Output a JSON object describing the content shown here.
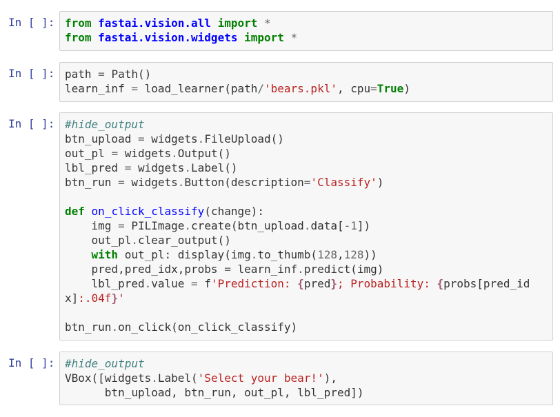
{
  "prompt_label": "In [ ]:",
  "cells": [
    {
      "lines": [
        [
          {
            "c": "kw",
            "t": "from"
          },
          {
            "c": "",
            "t": " "
          },
          {
            "c": "ns",
            "t": "fastai.vision.all"
          },
          {
            "c": "",
            "t": " "
          },
          {
            "c": "kw",
            "t": "import"
          },
          {
            "c": "",
            "t": " "
          },
          {
            "c": "op",
            "t": "*"
          }
        ],
        [
          {
            "c": "kw",
            "t": "from"
          },
          {
            "c": "",
            "t": " "
          },
          {
            "c": "ns",
            "t": "fastai.vision.widgets"
          },
          {
            "c": "",
            "t": " "
          },
          {
            "c": "kw",
            "t": "import"
          },
          {
            "c": "",
            "t": " "
          },
          {
            "c": "op",
            "t": "*"
          }
        ]
      ]
    },
    {
      "lines": [
        [
          {
            "c": "",
            "t": "path "
          },
          {
            "c": "op",
            "t": "="
          },
          {
            "c": "",
            "t": " Path()"
          }
        ],
        [
          {
            "c": "",
            "t": "learn_inf "
          },
          {
            "c": "op",
            "t": "="
          },
          {
            "c": "",
            "t": " load_learner(path"
          },
          {
            "c": "op",
            "t": "/"
          },
          {
            "c": "str",
            "t": "'bears.pkl'"
          },
          {
            "c": "",
            "t": ", cpu"
          },
          {
            "c": "op",
            "t": "="
          },
          {
            "c": "kw",
            "t": "True"
          },
          {
            "c": "",
            "t": ")"
          }
        ]
      ]
    },
    {
      "lines": [
        [
          {
            "c": "com",
            "t": "#hide_output"
          }
        ],
        [
          {
            "c": "",
            "t": "btn_upload "
          },
          {
            "c": "op",
            "t": "="
          },
          {
            "c": "",
            "t": " widgets"
          },
          {
            "c": "op",
            "t": "."
          },
          {
            "c": "",
            "t": "FileUpload()"
          }
        ],
        [
          {
            "c": "",
            "t": "out_pl "
          },
          {
            "c": "op",
            "t": "="
          },
          {
            "c": "",
            "t": " widgets"
          },
          {
            "c": "op",
            "t": "."
          },
          {
            "c": "",
            "t": "Output()"
          }
        ],
        [
          {
            "c": "",
            "t": "lbl_pred "
          },
          {
            "c": "op",
            "t": "="
          },
          {
            "c": "",
            "t": " widgets"
          },
          {
            "c": "op",
            "t": "."
          },
          {
            "c": "",
            "t": "Label()"
          }
        ],
        [
          {
            "c": "",
            "t": "btn_run "
          },
          {
            "c": "op",
            "t": "="
          },
          {
            "c": "",
            "t": " widgets"
          },
          {
            "c": "op",
            "t": "."
          },
          {
            "c": "",
            "t": "Button(description"
          },
          {
            "c": "op",
            "t": "="
          },
          {
            "c": "str",
            "t": "'Classify'"
          },
          {
            "c": "",
            "t": ")"
          }
        ],
        [],
        [
          {
            "c": "kw",
            "t": "def"
          },
          {
            "c": "",
            "t": " "
          },
          {
            "c": "fn",
            "t": "on_click_classify"
          },
          {
            "c": "",
            "t": "(change):"
          }
        ],
        [
          {
            "c": "",
            "t": "    img "
          },
          {
            "c": "op",
            "t": "="
          },
          {
            "c": "",
            "t": " PILImage"
          },
          {
            "c": "op",
            "t": "."
          },
          {
            "c": "",
            "t": "create(btn_upload"
          },
          {
            "c": "op",
            "t": "."
          },
          {
            "c": "",
            "t": "data["
          },
          {
            "c": "op",
            "t": "-"
          },
          {
            "c": "num",
            "t": "1"
          },
          {
            "c": "",
            "t": "])"
          }
        ],
        [
          {
            "c": "",
            "t": "    out_pl"
          },
          {
            "c": "op",
            "t": "."
          },
          {
            "c": "",
            "t": "clear_output()"
          }
        ],
        [
          {
            "c": "",
            "t": "    "
          },
          {
            "c": "kw",
            "t": "with"
          },
          {
            "c": "",
            "t": " out_pl: display(img"
          },
          {
            "c": "op",
            "t": "."
          },
          {
            "c": "",
            "t": "to_thumb("
          },
          {
            "c": "num",
            "t": "128"
          },
          {
            "c": "",
            "t": ","
          },
          {
            "c": "num",
            "t": "128"
          },
          {
            "c": "",
            "t": "))"
          }
        ],
        [
          {
            "c": "",
            "t": "    pred,pred_idx,probs "
          },
          {
            "c": "op",
            "t": "="
          },
          {
            "c": "",
            "t": " learn_inf"
          },
          {
            "c": "op",
            "t": "."
          },
          {
            "c": "",
            "t": "predict(img)"
          }
        ],
        [
          {
            "c": "",
            "t": "    lbl_pred"
          },
          {
            "c": "op",
            "t": "."
          },
          {
            "c": "",
            "t": "value "
          },
          {
            "c": "op",
            "t": "="
          },
          {
            "c": "",
            "t": " f"
          },
          {
            "c": "str",
            "t": "'Prediction: "
          },
          {
            "c": "interp",
            "t": "{"
          },
          {
            "c": "",
            "t": "pred"
          },
          {
            "c": "interp",
            "t": "}"
          },
          {
            "c": "str",
            "t": "; Probability: "
          },
          {
            "c": "interp",
            "t": "{"
          },
          {
            "c": "",
            "t": "probs[pred_id"
          }
        ],
        [
          {
            "c": "",
            "t": "x]"
          },
          {
            "c": "str",
            "t": ":.04f"
          },
          {
            "c": "interp",
            "t": "}"
          },
          {
            "c": "str",
            "t": "'"
          }
        ],
        [],
        [
          {
            "c": "",
            "t": "btn_run"
          },
          {
            "c": "op",
            "t": "."
          },
          {
            "c": "",
            "t": "on_click(on_click_classify)"
          }
        ]
      ]
    },
    {
      "lines": [
        [
          {
            "c": "com",
            "t": "#hide_output"
          }
        ],
        [
          {
            "c": "",
            "t": "VBox([widgets"
          },
          {
            "c": "op",
            "t": "."
          },
          {
            "c": "",
            "t": "Label("
          },
          {
            "c": "str",
            "t": "'Select your bear!'"
          },
          {
            "c": "",
            "t": "),"
          }
        ],
        [
          {
            "c": "",
            "t": "      btn_upload, btn_run, out_pl, lbl_pred])"
          }
        ]
      ]
    }
  ]
}
